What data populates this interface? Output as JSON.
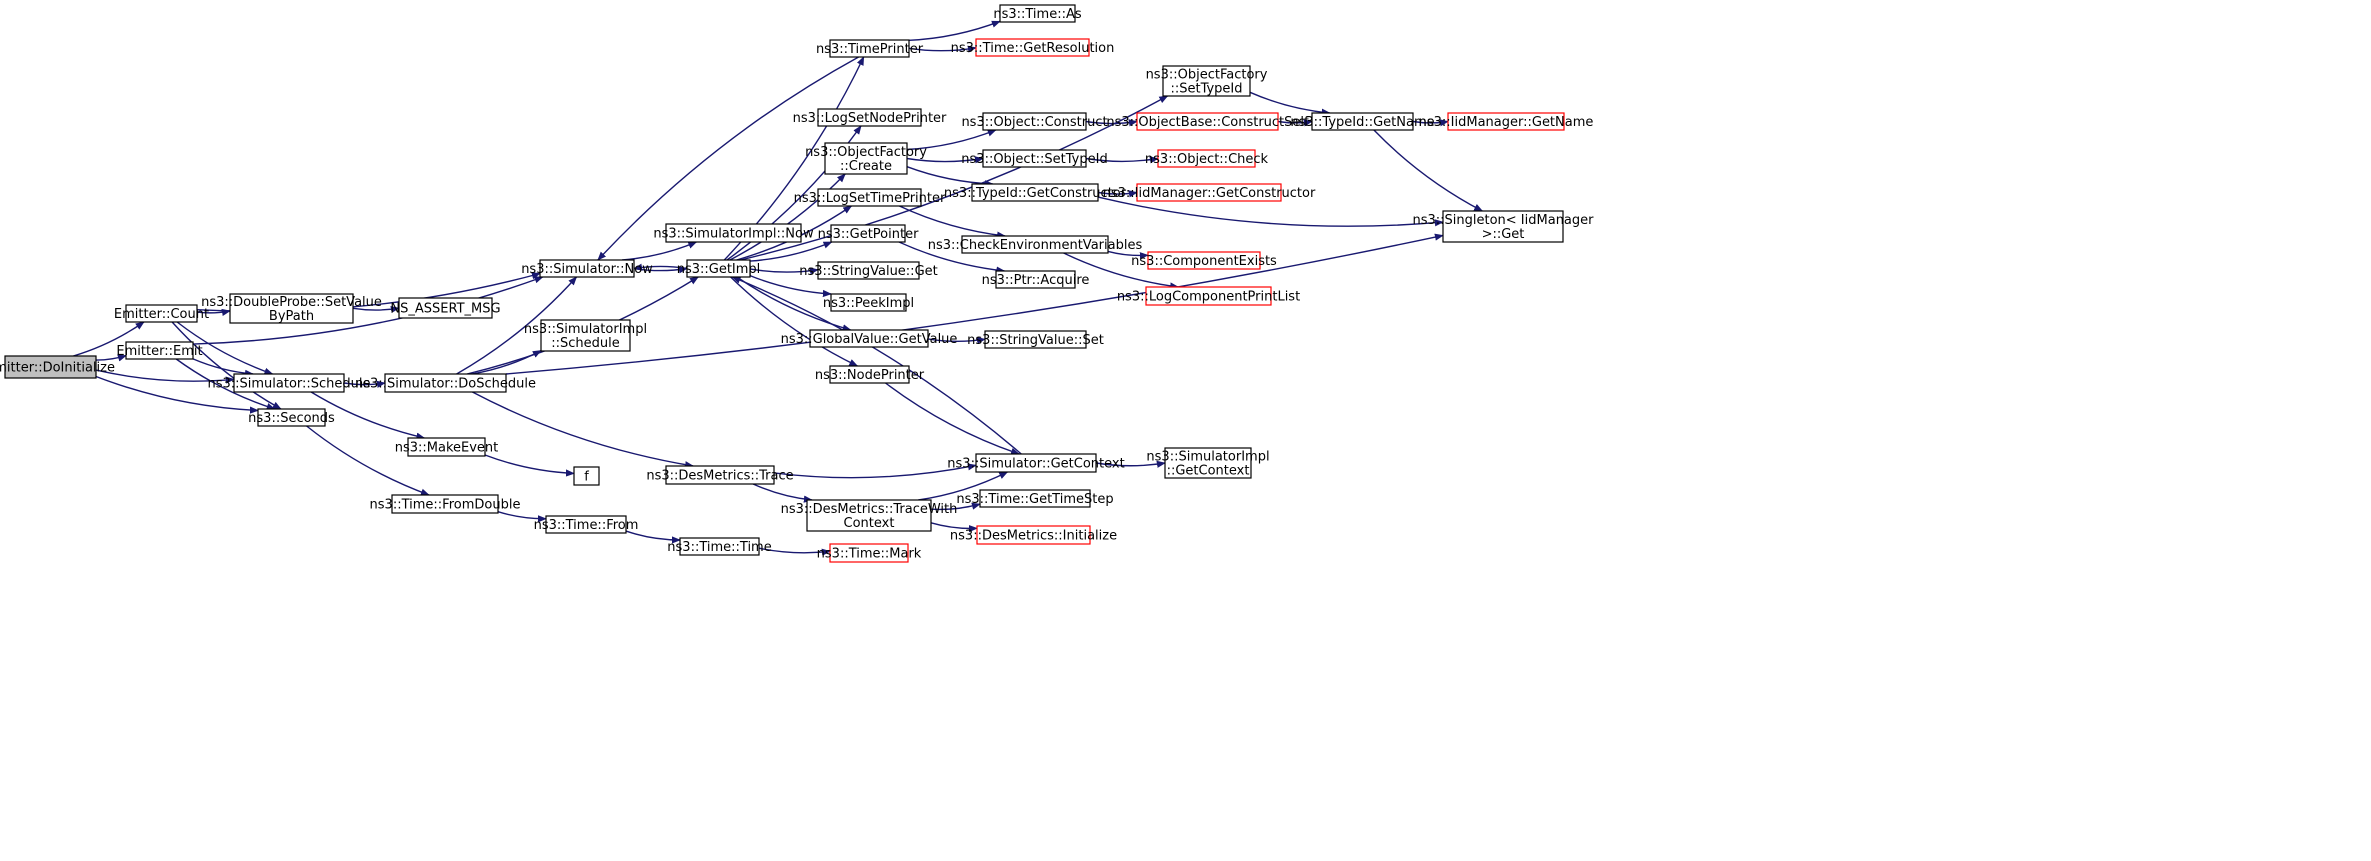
{
  "colors": {
    "edge": "#191970",
    "node_border": "#000000",
    "truncated_border": "#ff0000",
    "root_fill": "#bfbfbf",
    "node_fill": "#ffffff"
  },
  "nodes": {
    "n_doinit": {
      "label": "Emitter::DoInitialize",
      "type": "root"
    },
    "n_count": {
      "label": "Emitter::Count",
      "type": "normal"
    },
    "n_emit": {
      "label": "Emitter::Emit",
      "type": "normal"
    },
    "n_dprobe": {
      "label": "ns3::DoubleProbe::SetValue\nByPath",
      "type": "normal"
    },
    "n_assert": {
      "label": "NS_ASSERT_MSG",
      "type": "normal"
    },
    "n_schedule": {
      "label": "ns3::Simulator::Schedule",
      "type": "normal"
    },
    "n_seconds": {
      "label": "ns3::Seconds",
      "type": "normal"
    },
    "n_simnow": {
      "label": "ns3::Simulator::Now",
      "type": "normal"
    },
    "n_dosched": {
      "label": "ns3::Simulator::DoSchedule",
      "type": "normal"
    },
    "n_makeevent": {
      "label": "ns3::MakeEvent",
      "type": "normal"
    },
    "n_f": {
      "label": "f",
      "type": "normal"
    },
    "n_fromdouble": {
      "label": "ns3::Time::FromDouble",
      "type": "normal"
    },
    "n_from": {
      "label": "ns3::Time::From",
      "type": "normal"
    },
    "n_time": {
      "label": "ns3::Time::Time",
      "type": "normal"
    },
    "n_mark": {
      "label": "ns3::Time::Mark",
      "type": "truncated"
    },
    "n_simimplnow": {
      "label": "ns3::SimulatorImpl::Now",
      "type": "normal"
    },
    "n_simimplsched": {
      "label": "ns3::SimulatorImpl\n::Schedule",
      "type": "normal"
    },
    "n_getimpl": {
      "label": "ns3::GetImpl",
      "type": "normal"
    },
    "n_destrace": {
      "label": "ns3::DesMetrics::Trace",
      "type": "normal"
    },
    "n_destracewith": {
      "label": "ns3::DesMetrics::TraceWith\nContext",
      "type": "normal"
    },
    "n_timeprinter": {
      "label": "ns3::TimePrinter",
      "type": "normal"
    },
    "n_timeas": {
      "label": "ns3::Time::As",
      "type": "normal"
    },
    "n_getres": {
      "label": "ns3::Time::GetResolution",
      "type": "truncated"
    },
    "n_lognode": {
      "label": "ns3::LogSetNodePrinter",
      "type": "normal"
    },
    "n_ofcreate": {
      "label": "ns3::ObjectFactory\n::Create",
      "type": "normal"
    },
    "n_logtime": {
      "label": "ns3::LogSetTimePrinter",
      "type": "normal"
    },
    "n_getpointer": {
      "label": "ns3::GetPointer",
      "type": "normal"
    },
    "n_strget": {
      "label": "ns3::StringValue::Get",
      "type": "normal"
    },
    "n_peekimpl": {
      "label": "ns3::PeekImpl",
      "type": "normal"
    },
    "n_gvgetvalue": {
      "label": "ns3::GlobalValue::GetValue",
      "type": "normal"
    },
    "n_nodeprinter": {
      "label": "ns3::NodePrinter",
      "type": "normal"
    },
    "n_ofsettypeid": {
      "label": "ns3::ObjectFactory\n::SetTypeId",
      "type": "normal"
    },
    "n_objconstruct": {
      "label": "ns3::Object::Construct",
      "type": "normal"
    },
    "n_objsettypeid": {
      "label": "ns3::Object::SetTypeId",
      "type": "normal"
    },
    "n_typegetctor": {
      "label": "ns3::TypeId::GetConstructor",
      "type": "normal"
    },
    "n_checkenv": {
      "label": "ns3::CheckEnvironmentVariables",
      "type": "normal"
    },
    "n_ptracquire": {
      "label": "ns3::Ptr::Acquire",
      "type": "normal"
    },
    "n_strset": {
      "label": "ns3::StringValue::Set",
      "type": "normal"
    },
    "n_simgetctx": {
      "label": "ns3::Simulator::GetContext",
      "type": "normal"
    },
    "n_gettimestep": {
      "label": "ns3::Time::GetTimeStep",
      "type": "normal"
    },
    "n_desinit": {
      "label": "ns3::DesMetrics::Initialize",
      "type": "truncated"
    },
    "n_objbasector": {
      "label": "ns3::ObjectBase::ConstructSelf",
      "type": "truncated"
    },
    "n_objcheck": {
      "label": "ns3::Object::Check",
      "type": "truncated"
    },
    "n_iidgetctor": {
      "label": "ns3::IidManager::GetConstructor",
      "type": "truncated"
    },
    "n_compexists": {
      "label": "ns3::ComponentExists",
      "type": "truncated"
    },
    "n_logcompprint": {
      "label": "ns3::LogComponentPrintList",
      "type": "truncated"
    },
    "n_simimplgetctx": {
      "label": "ns3::SimulatorImpl\n::GetContext",
      "type": "normal"
    },
    "n_typegetname": {
      "label": "ns3::TypeId::GetName",
      "type": "normal"
    },
    "n_iidgetname": {
      "label": "ns3::IidManager::GetName",
      "type": "truncated"
    },
    "n_singleton": {
      "label": "ns3::Singleton< IidManager\n>::Get",
      "type": "normal"
    }
  }
}
